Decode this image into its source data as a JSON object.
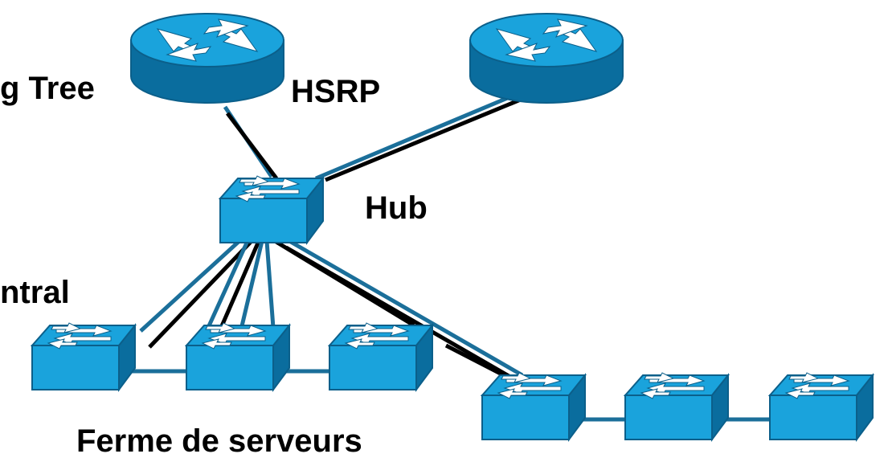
{
  "labels": {
    "spanning_tree": "g Tree",
    "hsrp": "HSRP",
    "hub": "Hub",
    "central": "ntral",
    "server_farm": "Ferme de serveurs"
  },
  "devices": [
    {
      "id": "router-left",
      "kind": "router",
      "icon": "router-icon"
    },
    {
      "id": "router-right",
      "kind": "router",
      "icon": "router-icon"
    },
    {
      "id": "hub-switch",
      "kind": "switch",
      "icon": "switch-icon"
    },
    {
      "id": "switch-1",
      "kind": "switch",
      "icon": "switch-icon"
    },
    {
      "id": "switch-2",
      "kind": "switch",
      "icon": "switch-icon"
    },
    {
      "id": "switch-3",
      "kind": "switch",
      "icon": "switch-icon"
    },
    {
      "id": "switch-4",
      "kind": "switch",
      "icon": "switch-icon"
    },
    {
      "id": "switch-5",
      "kind": "switch",
      "icon": "switch-icon"
    },
    {
      "id": "switch-6",
      "kind": "switch",
      "icon": "switch-icon"
    }
  ],
  "colors": {
    "device_face": "#1aa3dc",
    "device_side": "#0a6d9e",
    "device_dark": "#0b5f8a",
    "link_blue": "#1b6f9a",
    "link_black": "#000000",
    "arrow": "#ffffff"
  }
}
